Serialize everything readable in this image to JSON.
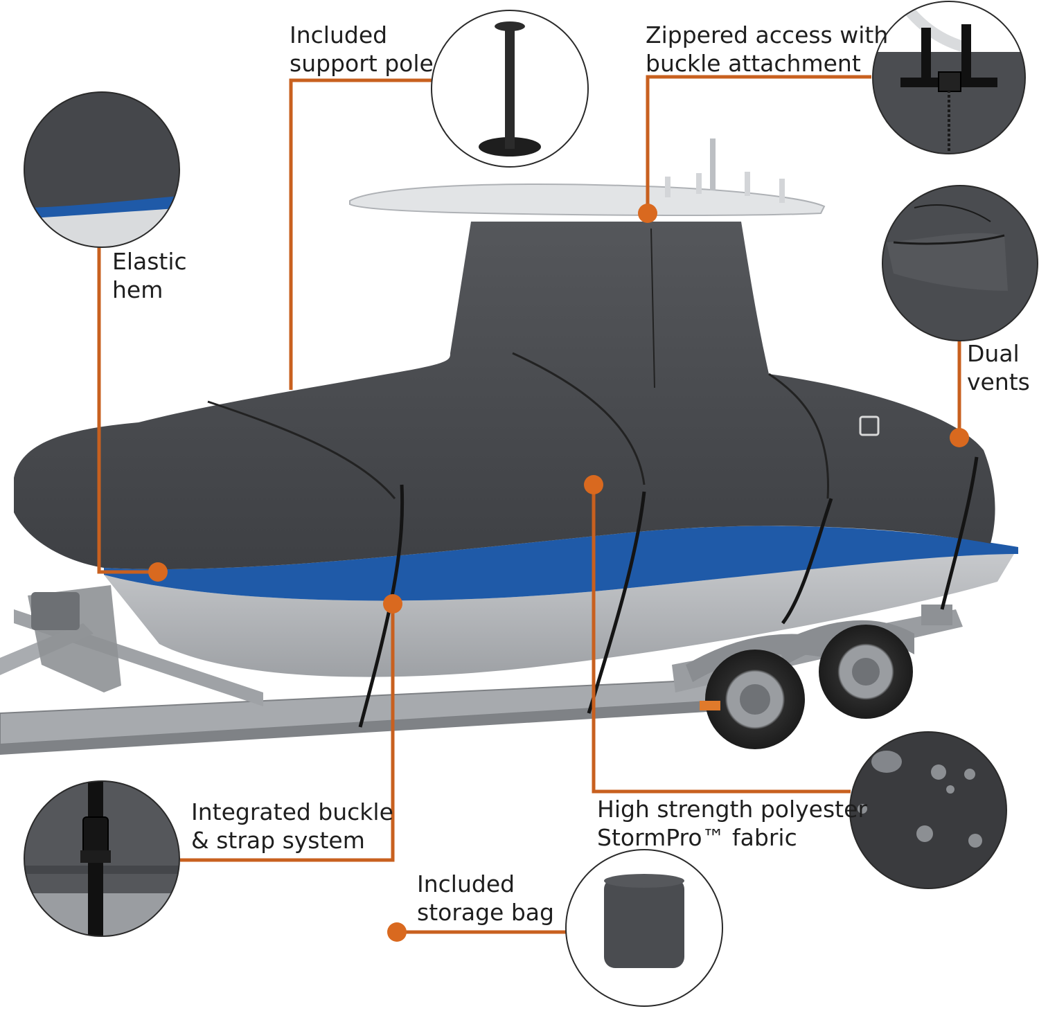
{
  "features": {
    "support_pole": {
      "line1": "Included",
      "line2": "support pole"
    },
    "zippered_access": {
      "line1": "Zippered access with",
      "line2": "buckle attachment"
    },
    "elastic_hem": {
      "line1": "Elastic",
      "line2": "hem"
    },
    "dual_vents": {
      "line1": "Dual",
      "line2": "vents"
    },
    "buckle_strap": {
      "line1": "Integrated buckle",
      "line2": "& strap system"
    },
    "fabric": {
      "line1": "High strength polyester",
      "line2": "StormPro™ fabric"
    },
    "storage_bag": {
      "line1": "Included",
      "line2": "storage bag"
    }
  },
  "colors": {
    "leader_line": "#c8601f",
    "cover_gray": "#4a4c50",
    "hull_blue": "#1f5aa8",
    "hull_silver": "#b9bcc0"
  }
}
